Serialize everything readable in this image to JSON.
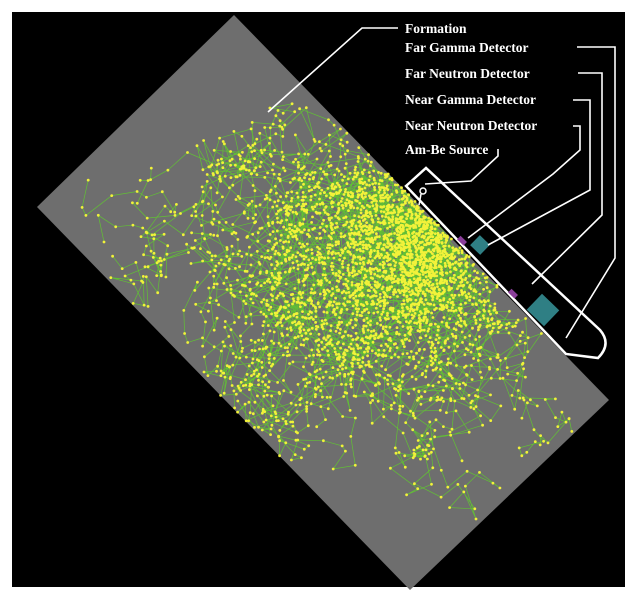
{
  "diagram": {
    "labels": {
      "formation": "Formation",
      "far_gamma_detector": "Far Gamma Detector",
      "far_neutron_detector": "Far Neutron Detector",
      "near_gamma_detector": "Near Gamma Detector",
      "near_neutron_detector": "Near Neutron Detector",
      "source": "Am-Be Source"
    },
    "colors": {
      "background": "#000000",
      "formation": "#6e6e6e",
      "track_line": "#5fcf2a",
      "track_dot": "#f2f23a",
      "tool_outline": "#ffffff",
      "gamma_detector": "#2f7f84",
      "neutron_detector": "#8a3e9a"
    }
  }
}
